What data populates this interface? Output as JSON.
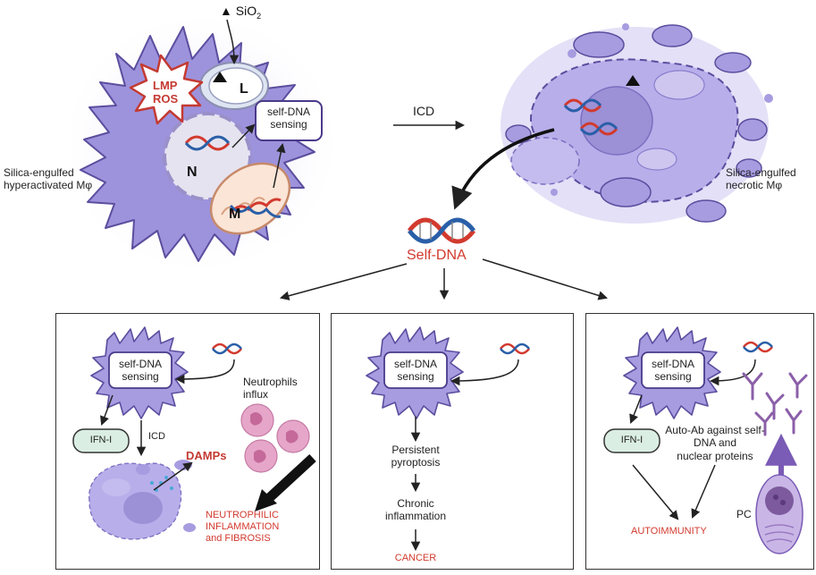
{
  "top": {
    "sio2_prefix": "▲ ",
    "sio2_main": "SiO",
    "sio2_sub": "2",
    "lmp": "LMP",
    "ros": "ROS",
    "lysosome": "L",
    "nucleus": "N",
    "mito": "M",
    "sensing_line1": "self-DNA",
    "sensing_line2": "sensing",
    "left_caption_1": "Silica-engulfed",
    "left_caption_2": "hyperactivated Mφ",
    "icd": "ICD",
    "right_caption_1": "Silica-engulfed",
    "right_caption_2": "necrotic Mφ",
    "self_dna": "Self-DNA"
  },
  "panel1": {
    "sensing_line1": "self-DNA",
    "sensing_line2": "sensing",
    "ifn": "IFN-I",
    "icd": "ICD",
    "damps": "DAMPs",
    "neutrophils_1": "Neutrophils",
    "neutrophils_2": "influx",
    "outcome_1": "NEUTROPHILIC",
    "outcome_2": "INFLAMMATION",
    "outcome_3": "and FIBROSIS"
  },
  "panel2": {
    "sensing_line1": "self-DNA",
    "sensing_line2": "sensing",
    "step1_1": "Persistent",
    "step1_2": "pyroptosis",
    "step2_1": "Chronic",
    "step2_2": "inflammation",
    "outcome": "CANCER"
  },
  "panel3": {
    "sensing_line1": "self-DNA",
    "sensing_line2": "sensing",
    "ifn": "IFN-I",
    "autoab_1": "Auto-Ab against self-",
    "autoab_2": "DNA and",
    "autoab_3": "nuclear proteins",
    "pc": "PC",
    "outcome": "AUTOIMMUNITY"
  },
  "colors": {
    "cell_fill": "#a79ce0",
    "cell_stroke": "#5c4d9e",
    "dna_red": "#d23a2e",
    "dna_blue": "#2a5fa8",
    "outcome_red": "#d23a2e",
    "ifn_fill": "#dbeee3",
    "neutrophil": "#e6a6c9"
  }
}
